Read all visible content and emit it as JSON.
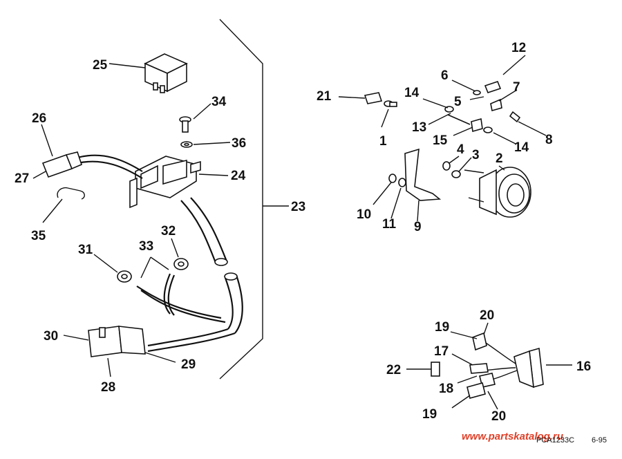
{
  "labels": [
    "1",
    "2",
    "3",
    "4",
    "5",
    "6",
    "7",
    "8",
    "9",
    "10",
    "11",
    "12",
    "13",
    "14",
    "15",
    "16",
    "17",
    "18",
    "19",
    "20",
    "21",
    "22",
    "23",
    "24",
    "25",
    "26",
    "27",
    "28",
    "29",
    "30",
    "31",
    "32",
    "33",
    "34",
    "35",
    "36"
  ],
  "watermark": "www.partskatalog.ru",
  "catalog_code": "PCA1233C",
  "date_code": "6-95"
}
